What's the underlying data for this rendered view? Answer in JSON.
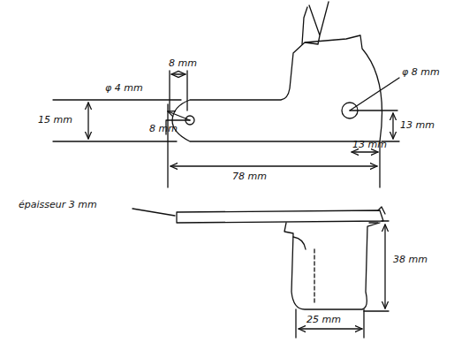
{
  "diagram": {
    "labels": [
      "8 mm",
      "φ 4 mm",
      "8 mm",
      "15 mm",
      "78 mm",
      "φ 8 mm",
      "13 mm",
      "13 mm",
      "épaisseur 3 mm",
      "38 mm",
      "25 mm"
    ]
  }
}
